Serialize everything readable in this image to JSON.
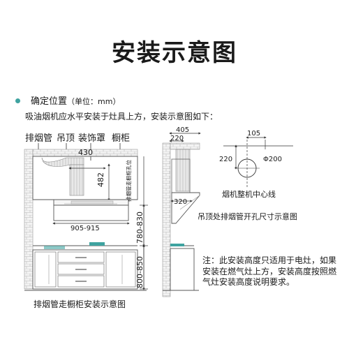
{
  "header": {
    "title": "安装示意图"
  },
  "section": {
    "label": "确定位置",
    "unit": "（单位：mm）"
  },
  "intro": "吸油烟机应水平安装于灶具上方，安装示意图如下：",
  "front_view": {
    "labels": {
      "exhaust_pipe": "排烟管",
      "ceiling": "吊顶",
      "cover": "装饰罩",
      "cabinet": "橱柜"
    },
    "vertical_text": "排烟管走橱柜孔位",
    "dims": {
      "pipe_width": "430",
      "cover_height": "482",
      "hood_width": "905-915",
      "hood_height": "780-830",
      "stove_height": "800-850"
    },
    "caption": "排烟管走橱柜安装示意图"
  },
  "side_view": {
    "dims": {
      "depth_top": "405",
      "pipe_offset": "220",
      "bottom": "320"
    }
  },
  "hole_view": {
    "dims": {
      "horizontal": "105",
      "vertical": "220",
      "diameter": "Φ200"
    },
    "center_label": "烟机整机中心线",
    "caption": "吊顶处排烟管开孔尺寸示意图"
  },
  "note": "注：此安装高度只适用于电灶，如果安装在燃气灶上方，安装高度按照燃气灶安装高度说明要求。",
  "colors": {
    "accent": "#3fa3a0",
    "line": "#333333",
    "wall": "#cfcfcf"
  }
}
